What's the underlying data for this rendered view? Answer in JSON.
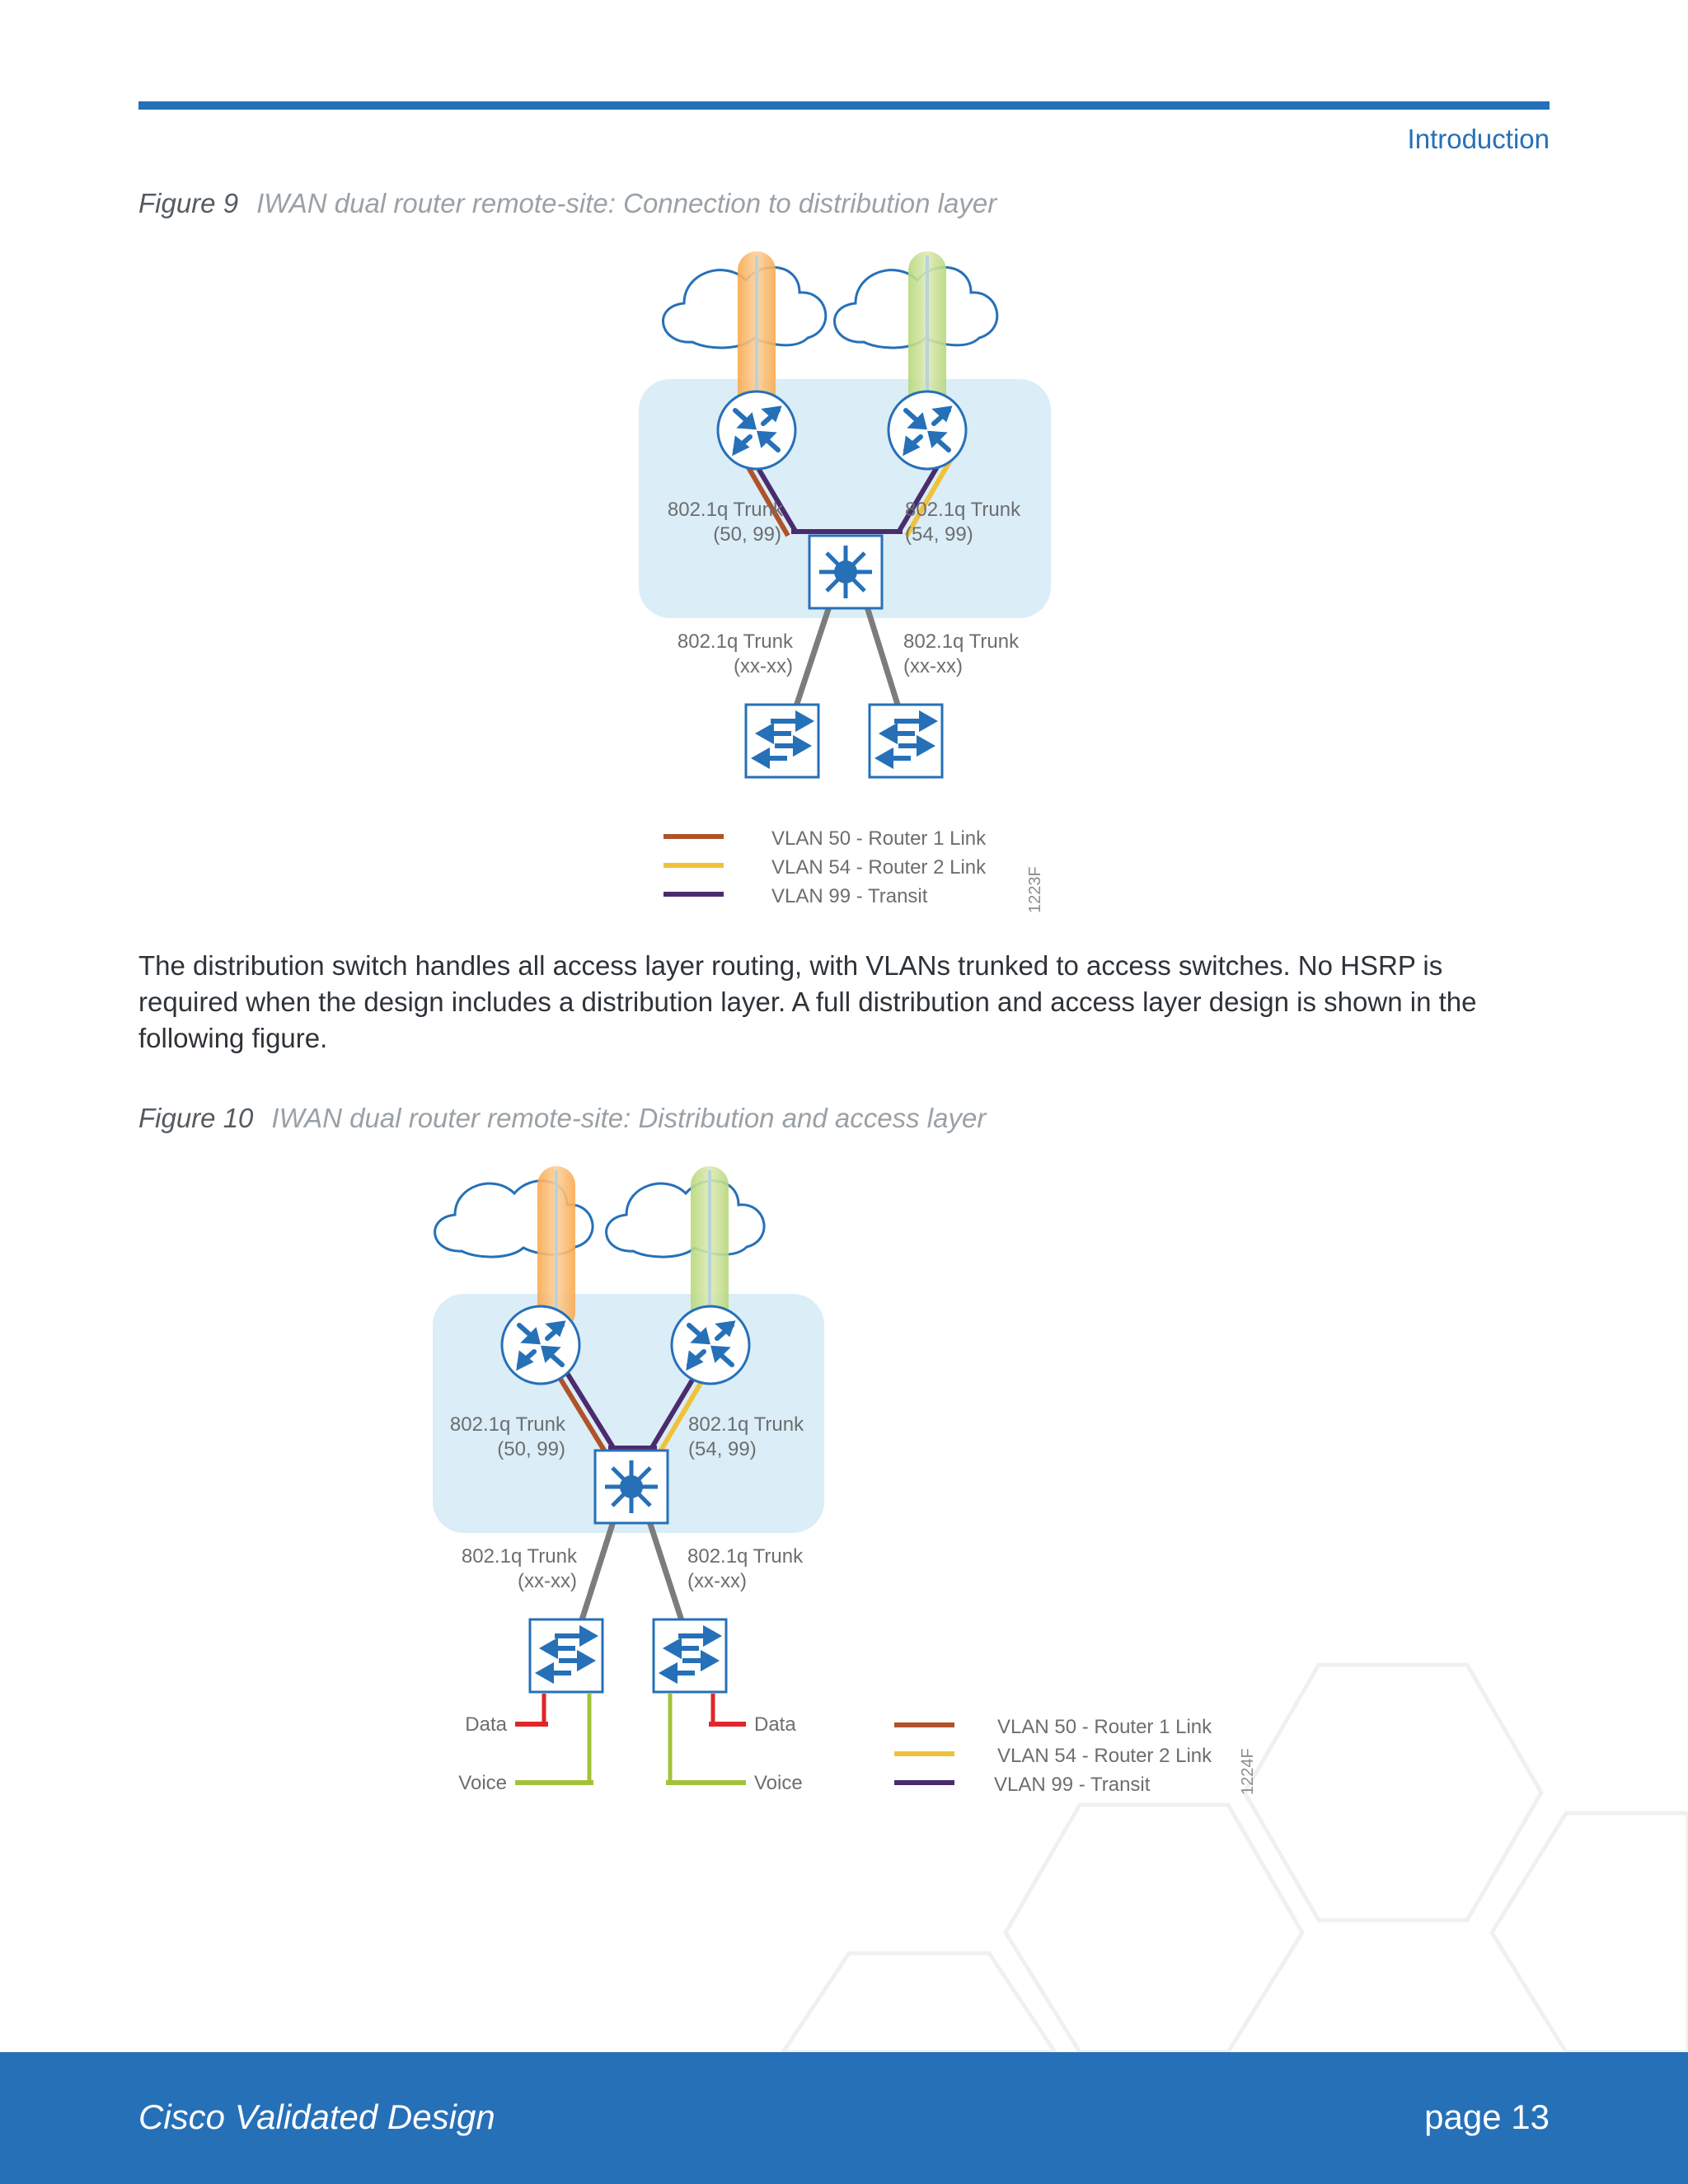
{
  "header": {
    "section_title": "Introduction"
  },
  "figure9": {
    "number": "Figure 9",
    "title": "IWAN dual router remote-site: Connection to distribution layer",
    "trunk_left_upper": [
      "802.1q Trunk",
      "(50, 99)"
    ],
    "trunk_right_upper": [
      "802.1q Trunk",
      "(54, 99)"
    ],
    "trunk_left_lower": [
      "802.1q Trunk",
      "(xx-xx)"
    ],
    "trunk_right_lower": [
      "802.1q Trunk",
      "(xx-xx)"
    ],
    "legend": [
      "VLAN 50 - Router 1 Link",
      "VLAN 54 - Router 2 Link",
      "VLAN 99 - Transit"
    ],
    "figure_id": "1223F"
  },
  "body": {
    "paragraph": "The distribution switch handles all access layer routing, with VLANs trunked to access switches. No HSRP is required when the design includes a distribution layer. A full distribution and access layer design is shown in the following figure."
  },
  "figure10": {
    "number": "Figure 10",
    "title": "IWAN dual router remote-site: Distribution and access layer",
    "trunk_left_upper": [
      "802.1q Trunk",
      "(50, 99)"
    ],
    "trunk_right_upper": [
      "802.1q Trunk",
      "(54, 99)"
    ],
    "trunk_left_lower": [
      "802.1q Trunk",
      "(xx-xx)"
    ],
    "trunk_right_lower": [
      "802.1q Trunk",
      "(xx-xx)"
    ],
    "data_label_left": "Data",
    "voice_label_left": "Voice",
    "data_label_right": "Data",
    "voice_label_right": "Voice",
    "legend": [
      "VLAN 50 - Router 1 Link",
      "VLAN 54 - Router 2 Link",
      "VLAN 99 - Transit"
    ],
    "figure_id": "1224F"
  },
  "footer": {
    "left": "Cisco Validated Design",
    "right": "page 13"
  },
  "colors": {
    "brand_blue": "#2670b8",
    "vlan50": "#b0522a",
    "vlan54": "#f0c23a",
    "vlan99": "#4a2c6e",
    "site_bg": "#dbedf6",
    "wan1": "#f7b86a",
    "wan2": "#c6de8e",
    "data_line": "#e0262b",
    "voice_line": "#a3c23a"
  }
}
